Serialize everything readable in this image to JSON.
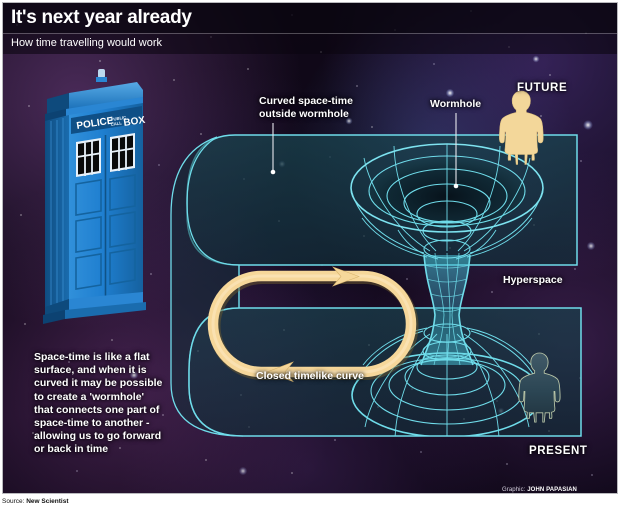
{
  "header": {
    "title": "It's next year already",
    "subtitle": "How time travelling would work"
  },
  "diagram": {
    "labels": {
      "curved_spacetime": "Curved space-time outside wormhole",
      "wormhole": "Wormhole",
      "future": "FUTURE",
      "hyperspace": "Hyperspace",
      "present": "PRESENT",
      "closed_timelike_curve": "Closed timelike curve"
    },
    "body_copy": "Space-time is like a flat surface, and when it is curved it may be possible to create a 'wormhole' that connects one part of space-time to another - allowing us to go forward or back in time",
    "tardis": {
      "sign_primary": "POLICE",
      "sign_secondary_line1": "PUBLIC",
      "sign_secondary_line2": "CALL",
      "sign_tertiary": "BOX"
    }
  },
  "credit": {
    "prefix": "Graphic:",
    "name": "JOHN PAPASIAN"
  },
  "footer": {
    "source_label": "Source:",
    "source_name": "New Scientist"
  },
  "colors": {
    "grid_cyan": "#5ed8e8",
    "plane_fill": "#163a44",
    "curve_yellow": "#f6d79a",
    "figure_future": "#f3d79a",
    "tardis_blue": "#1f7fd0",
    "background_space": "#0d0715"
  }
}
